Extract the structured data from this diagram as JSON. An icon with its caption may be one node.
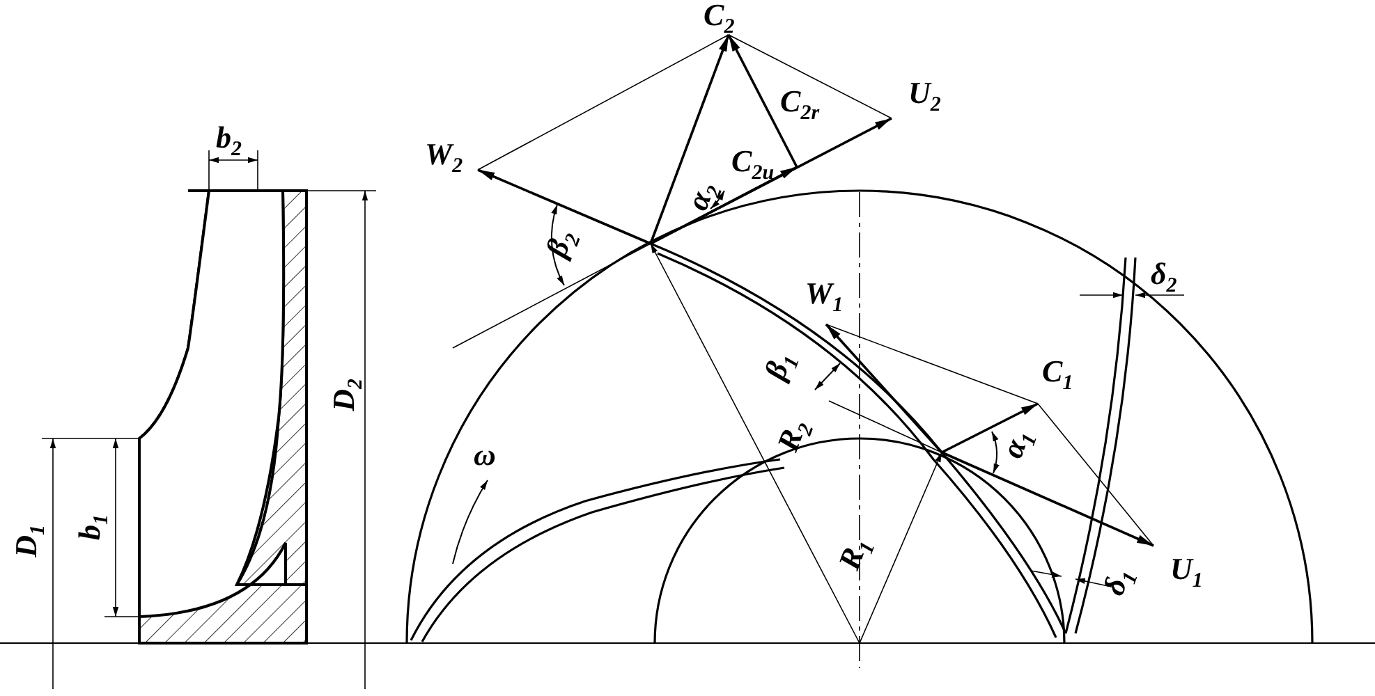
{
  "diagram": {
    "labels": [
      "b$_{2}$",
      "C$_{2}$",
      "U$_{2}$",
      "W$_{2}$",
      "C$_{2r}$",
      "C$_{2u}$",
      "α$_{2}$",
      "β$_{2}$",
      "D$_{2}$",
      "δ$_{2}$",
      "W$_{1}$",
      "β$_{1}$",
      "C$_{1}$",
      "R$_{2}$",
      "α$_{1}$",
      "ω",
      "D$_{1}$",
      "b$_{1}$",
      "R$_{1}$",
      "U$_{1}$",
      "δ$_{1}$"
    ]
  }
}
